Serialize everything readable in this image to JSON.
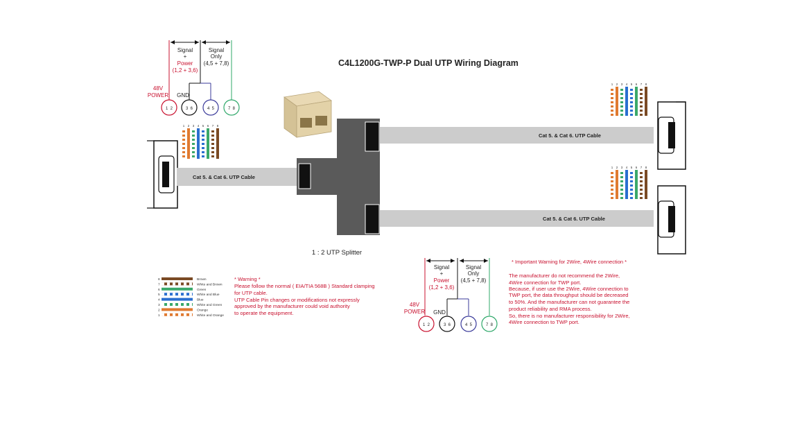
{
  "title": "C4L1200G-TWP-P Dual UTP Wiring Diagram",
  "splitter_label": "1 : 2 UTP Splitter",
  "cables": {
    "input": "Cat 5. & Cat 6. UTP Cable",
    "output_top": "Cat 5. & Cat 6. UTP Cable",
    "output_bottom": "Cat 5. & Cat 6. UTP Cable"
  },
  "pin_numbers": [
    "1",
    "2",
    "3",
    "4",
    "5",
    "6",
    "7",
    "8"
  ],
  "pinout_top": {
    "signal_power": [
      "Signal",
      "+",
      "Power",
      "(1,2 + 3,6)"
    ],
    "signal_only": [
      "Signal",
      "Only",
      "(4,5 + 7,8)"
    ],
    "power_label": [
      "48V",
      "POWER"
    ],
    "gnd_label": "GND",
    "pins": [
      "1  2",
      "3  6",
      "4  5",
      "7  8"
    ]
  },
  "pinout_bottom": {
    "signal_power": [
      "Signal",
      "+",
      "Power",
      "(1,2 + 3,6)"
    ],
    "signal_only": [
      "Signal",
      "Only",
      "(4,5 + 7,8)"
    ],
    "power_label": [
      "48V",
      "POWER"
    ],
    "gnd_label": "GND",
    "pins": [
      "1  2",
      "3  6",
      "4  5",
      "7  8"
    ]
  },
  "legend": [
    {
      "num": "8",
      "label": "Brown",
      "color": "#7a4a24",
      "striped": false
    },
    {
      "num": "7",
      "label": "White and Brown",
      "color": "#7a4a24",
      "striped": true
    },
    {
      "num": "6",
      "label": "Green",
      "color": "#3aa86a",
      "striped": false
    },
    {
      "num": "5",
      "label": "White and Blue",
      "color": "#2a6fd0",
      "striped": true
    },
    {
      "num": "4",
      "label": "Blue",
      "color": "#2a6fd0",
      "striped": false
    },
    {
      "num": "3",
      "label": "White and Green",
      "color": "#3aa86a",
      "striped": true
    },
    {
      "num": "2",
      "label": "Orange",
      "color": "#e07a30",
      "striped": false
    },
    {
      "num": "1",
      "label": "White and Orange",
      "color": "#e07a30",
      "striped": true
    }
  ],
  "warning": {
    "title": "* Warning *",
    "lines": [
      "Please follow the normal ( EIA/TIA 568B ) Standard clamping",
      "for UTP cable.",
      "UTP Cable Pin changes or modifications not expressly",
      "approved by the manufacturer could void authority",
      "to operate the equipment."
    ]
  },
  "important_warning": {
    "title": "* Important Warning for 2Wire, 4Wire connection *",
    "lines": [
      "The manufacturer do not recommend the 2Wire,",
      "4Wire connection for TWP port.",
      "Because, if user use the 2Wire, 4Wire connection to",
      "TWP port, the data throughput should be decreased",
      "to 50%. And the manufacturer can not guarantee the",
      "product reliability and RMA process.",
      "So, there is no manufacturer responsibility for 2Wire,",
      "4Wire connection to TWP port."
    ]
  },
  "colors": {
    "cable_fill": "#cccccc",
    "splitter_fill": "#555555",
    "warning_red": "#c8102e",
    "pin_red": "#c8102e",
    "pin_blue": "#3a3a9a",
    "pin_green": "#2fa86a",
    "pin_black": "#111111"
  }
}
